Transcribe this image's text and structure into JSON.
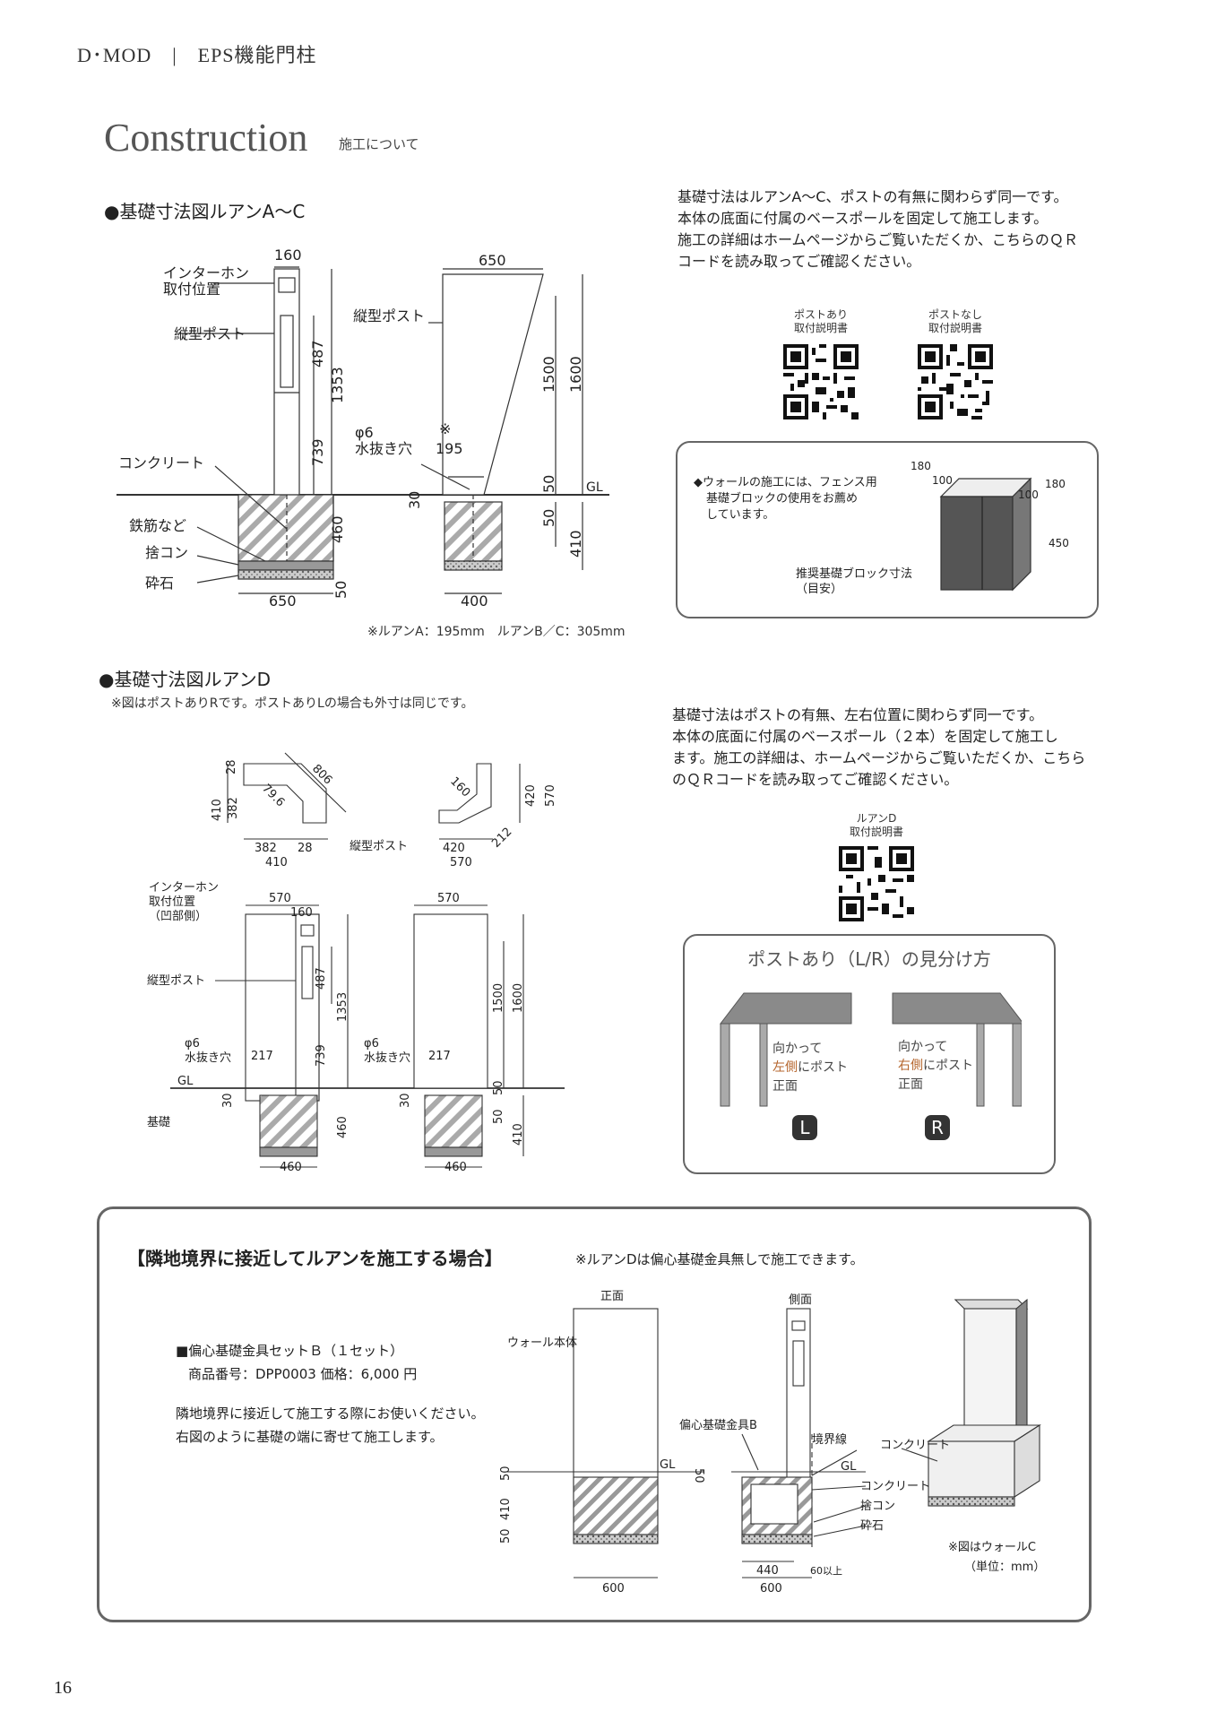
{
  "header": {
    "brand": "D･MOD　|　EPS機能門柱"
  },
  "title": {
    "main": "Construction",
    "sub": "施工について"
  },
  "section1": {
    "heading": "●基礎寸法図ルアンA〜C",
    "description": [
      "基礎寸法はルアンA〜C、ポストの有無に関わらず同一です。",
      "本体の底面に付属のベースポールを固定して施工します。",
      "施工の詳細はホームページからご覧いただくか、こちらのＱＲ",
      "コードを読み取ってご確認ください。"
    ],
    "qr_left": [
      "ポストあり",
      "取付説明書"
    ],
    "qr_right": [
      "ポストなし",
      "取付説明書"
    ],
    "labels": {
      "intercom": "インターホン",
      "intercom2": "取付位置",
      "post": "縦型ポスト",
      "post2": "縦型ポスト",
      "concrete": "コンクリート",
      "rebar": "鉄筋など",
      "sutecon": "捨コン",
      "gravel": "砕石",
      "hole1": "φ6",
      "hole2": "水抜き穴",
      "mark": "※",
      "gl": "GL"
    },
    "dims": {
      "d160": "160",
      "d650t": "650",
      "d487": "487",
      "d1353": "1353",
      "d739": "739",
      "d1500": "1500",
      "d1600": "1600",
      "d195": "195",
      "d50a": "50",
      "d30": "30",
      "d460": "460",
      "d50b": "50",
      "d410": "410",
      "d50c": "50",
      "d650b": "650",
      "d400": "400"
    },
    "note": "※ルアンA：195mm　ルアンB／C：305mm",
    "wall_box": {
      "note": [
        "◆ウォールの施工には、フェンス用",
        "基礎ブロックの使用をお薦め",
        "しています。"
      ],
      "d180a": "180",
      "d100a": "100",
      "d100b": "100",
      "d180b": "180",
      "d450": "450",
      "caption": [
        "推奨基礎ブロック寸法",
        "（目安）"
      ]
    }
  },
  "section2": {
    "heading": "●基礎寸法図ルアンD",
    "sub": "※図はポストありRです。ポストありLの場合も外寸は同じです。",
    "description": [
      "基礎寸法はポストの有無、左右位置に関わらず同一です。",
      "本体の底面に付属のベースポール（２本）を固定して施工し",
      "ます。施工の詳細は、ホームページからご覧いただくか、こちら",
      "のＱＲコードを読み取ってご確認ください。"
    ],
    "qr": [
      "ルアンD",
      "取付説明書"
    ],
    "labels": {
      "intercom": "インターホン",
      "intercom2": "取付位置",
      "intercom3": "（凹部側）",
      "post": "縦型ポスト",
      "post_top": "縦型ポスト",
      "hole1": "φ6",
      "hole2": "水抜き穴",
      "hole1b": "φ6",
      "hole2b": "水抜き穴",
      "gl": "GL",
      "base": "基礎"
    },
    "dims": {
      "d806": "806",
      "d28a": "28",
      "d410a": "410",
      "d382a": "382",
      "d796": "79.6",
      "d382b": "382",
      "d28b": "28",
      "d410b": "410",
      "d160a": "160",
      "d420a": "420",
      "d570a": "570",
      "d420b": "420",
      "d570b": "570",
      "d212": "212",
      "d570c": "570",
      "d160b": "160",
      "d487": "487",
      "d1353": "1353",
      "d739": "739",
      "d217a": "217",
      "d30a": "30",
      "d460a": "460",
      "d460b": "460",
      "d570d": "570",
      "d1500": "1500",
      "d1600": "1600",
      "d217b": "217",
      "d30b": "30",
      "d50a": "50",
      "d50b": "50",
      "d410c": "410",
      "d460c": "460"
    },
    "lr_box": {
      "title": "ポストあり（L/R）の見分け方",
      "left_l1": "向かって",
      "left_l2a": "左側",
      "left_l2b": "にポスト",
      "left_l3": "正面",
      "right_l1": "向かって",
      "right_l2a": "右側",
      "right_l2b": "にポスト",
      "right_l3": "正面",
      "badge_l": "L",
      "badge_r": "R"
    }
  },
  "section3": {
    "heading": "【隣地境界に接近してルアンを施工する場合】",
    "heading_note": "※ルアンDは偏心基礎金具無しで施工できます。",
    "product": "■偏心基礎金具セットＢ（１セット）",
    "product_no": "商品番号：DPP0003 価格：6,000 円",
    "body": [
      "隣地境界に接近して施工する際にお使いください。",
      "右図のように基礎の端に寄せて施工します。"
    ],
    "labels": {
      "front": "正面",
      "side": "側面",
      "wall": "ウォール本体",
      "bracket": "偏心基礎金具B",
      "boundary": "境界線",
      "gl1": "GL",
      "gl2": "GL",
      "concrete": "コンクリート",
      "sutecon": "捨コン",
      "gravel": "砕石",
      "concrete3d": "コンクリート",
      "note3d": "※図はウォールC",
      "unit": "（単位：mm）"
    },
    "dims": {
      "d50a": "50",
      "d410": "410",
      "d50b": "50",
      "d600a": "600",
      "d50c": "50",
      "d440": "440",
      "d60": "60以上",
      "d600b": "600"
    }
  },
  "page_number": "16"
}
